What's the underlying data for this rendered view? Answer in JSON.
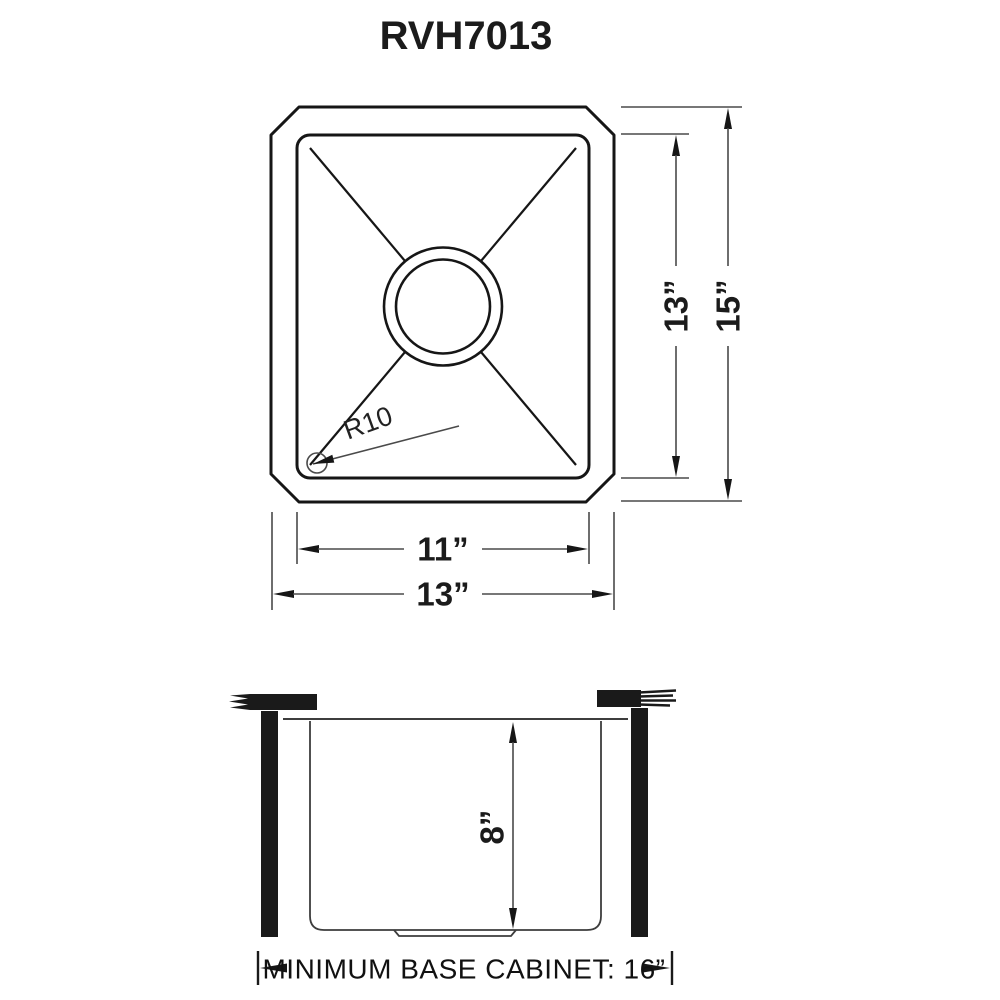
{
  "title": "RVH7013",
  "top_view": {
    "corner_radius_label": "R10",
    "inner_height_label": "13”",
    "outer_height_label": "15”",
    "inner_width_label": "11”",
    "outer_width_label": "13”"
  },
  "side_view": {
    "depth_label": "8”",
    "base_cabinet_label": "MINIMUM BASE CABINET: 16”"
  },
  "colors": {
    "line": "#161616",
    "dimension_line": "#4a4a4a",
    "background": "#ffffff"
  }
}
